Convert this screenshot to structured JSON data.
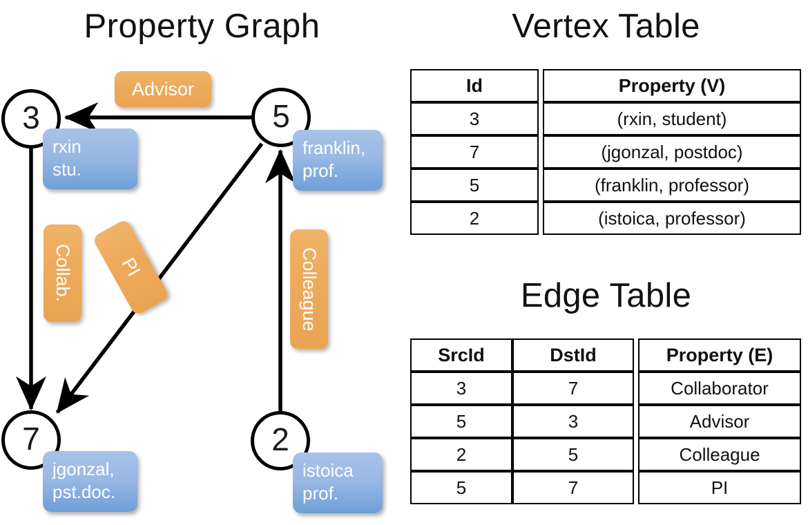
{
  "graph": {
    "title": "Property Graph",
    "vertices": [
      {
        "id": "3",
        "prop_lines": [
          "rxin",
          "stu."
        ]
      },
      {
        "id": "5",
        "prop_lines": [
          "franklin,",
          "prof."
        ]
      },
      {
        "id": "7",
        "prop_lines": [
          "jgonzal,",
          "pst.doc."
        ]
      },
      {
        "id": "2",
        "prop_lines": [
          "istoica",
          "prof."
        ]
      }
    ],
    "edge_labels": [
      {
        "name": "advisor",
        "text": "Advisor"
      },
      {
        "name": "collab",
        "text": "Collab."
      },
      {
        "name": "pi",
        "text": "PI"
      },
      {
        "name": "colleague",
        "text": "Colleague"
      }
    ]
  },
  "vertex_table": {
    "title": "Vertex Table",
    "headers": [
      "Id",
      "Property (V)"
    ],
    "rows": [
      [
        "3",
        "(rxin, student)"
      ],
      [
        "7",
        "(jgonzal, postdoc)"
      ],
      [
        "5",
        "(franklin, professor)"
      ],
      [
        "2",
        "(istoica, professor)"
      ]
    ]
  },
  "edge_table": {
    "title": "Edge Table",
    "headers": [
      "SrcId",
      "DstId",
      "Property (E)"
    ],
    "rows": [
      [
        "3",
        "7",
        "Collaborator"
      ],
      [
        "5",
        "3",
        "Advisor"
      ],
      [
        "2",
        "5",
        "Colleague"
      ],
      [
        "5",
        "7",
        "PI"
      ]
    ]
  },
  "colors": {
    "vertex_property_blue": "#9ab8e4",
    "edge_label_orange": "#eeaa5c",
    "vertex_table_cell": "#d4dff1",
    "edge_table_cell": "#f6dcc2",
    "stroke": "#000000",
    "background": "#ffffff"
  }
}
